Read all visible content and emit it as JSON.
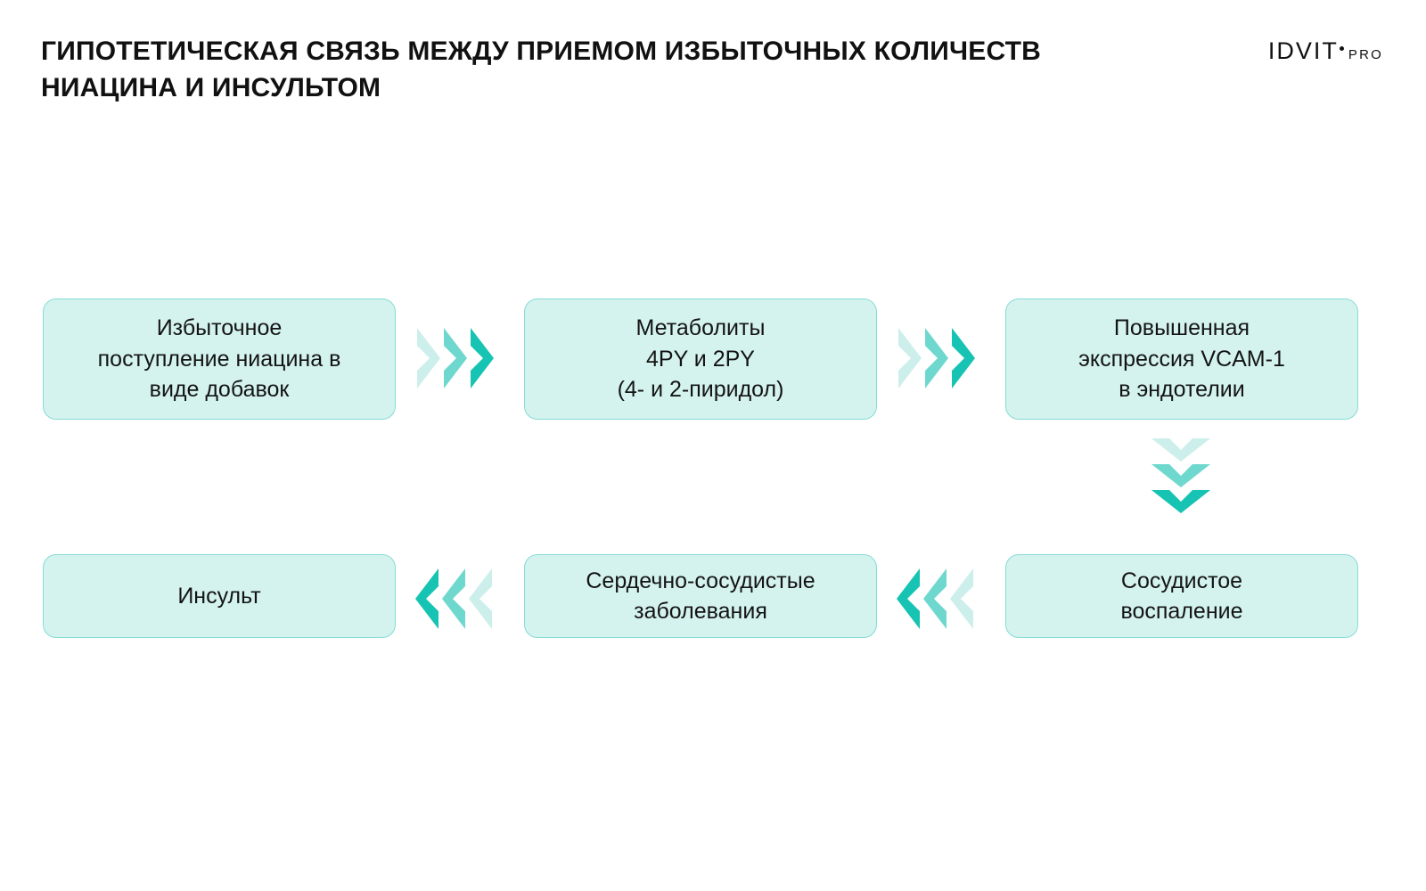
{
  "header": {
    "title": "ГИПОТЕТИЧЕСКАЯ СВЯЗЬ МЕЖДУ ПРИЕМОМ ИЗБЫТОЧНЫХ КОЛИЧЕСТВ НИАЦИНА И ИНСУЛЬТОМ",
    "logo": {
      "main": "IDVIT",
      "suffix": "PRO",
      "separator": "."
    }
  },
  "colors": {
    "background": "#ffffff",
    "node_fill": "#d4f3ef",
    "node_border": "#86dcd5",
    "text": "#141414",
    "chevron_light": "#cdefec",
    "chevron_mid": "#6fd8ce",
    "chevron_dark": "#17c3b2"
  },
  "diagram": {
    "type": "flowchart",
    "nodes": [
      {
        "id": "n1",
        "label": "Избыточное\nпоступление ниацина в\nвиде добавок",
        "row": 1,
        "col": 1
      },
      {
        "id": "n2",
        "label": "Метаболиты\n4PY и 2PY\n(4- и 2-пиридол)",
        "row": 1,
        "col": 2
      },
      {
        "id": "n3",
        "label": "Повышенная\nэкспрессия VCAM-1\nв эндотелии",
        "row": 1,
        "col": 3
      },
      {
        "id": "n4",
        "label": "Инсульт",
        "row": 2,
        "col": 1
      },
      {
        "id": "n5",
        "label": "Сердечно-сосудистые\nзаболевания",
        "row": 2,
        "col": 2
      },
      {
        "id": "n6",
        "label": "Сосудистое\nвоспаление",
        "row": 2,
        "col": 3
      }
    ],
    "connectors": [
      {
        "id": "a1",
        "from": "n1",
        "to": "n2",
        "direction": "right",
        "glyph": "chevron-right"
      },
      {
        "id": "a2",
        "from": "n2",
        "to": "n3",
        "direction": "right",
        "glyph": "chevron-right"
      },
      {
        "id": "a3",
        "from": "n3",
        "to": "n6",
        "direction": "down",
        "glyph": "chevron-down"
      },
      {
        "id": "a4",
        "from": "n6",
        "to": "n5",
        "direction": "left",
        "glyph": "chevron-left"
      },
      {
        "id": "a5",
        "from": "n5",
        "to": "n4",
        "direction": "left",
        "glyph": "chevron-left"
      }
    ]
  }
}
